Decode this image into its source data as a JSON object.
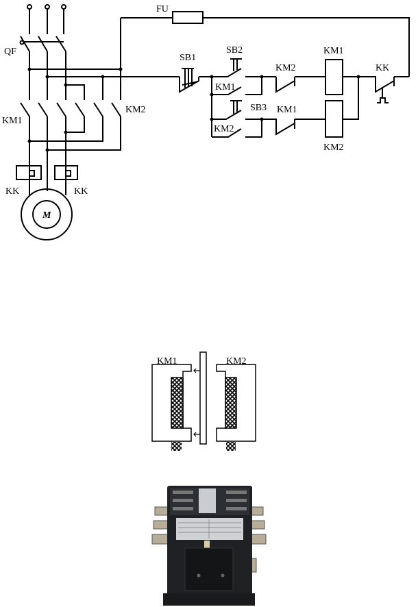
{
  "schematic": {
    "labels": {
      "qf": "QF",
      "fu": "FU",
      "km1_main": "KM1",
      "km2_main": "KM2",
      "kk_left": "KK",
      "kk_right": "KK",
      "motor": "M",
      "sb1": "SB1",
      "sb2": "SB2",
      "sb3": "SB3",
      "km1_aux": "KM1",
      "km2_aux": "KM2",
      "km2_interlock": "KM2",
      "km1_interlock": "KM1",
      "km1_coil": "KM1",
      "km2_coil": "KM2",
      "kk_contact": "KK"
    }
  },
  "interlock": {
    "left_label": "KM1",
    "right_label": "KM2"
  },
  "colors": {
    "line": "#000000",
    "background": "#ffffff",
    "contactor_body": "#1f2124",
    "terminal": "#b8ad98"
  }
}
